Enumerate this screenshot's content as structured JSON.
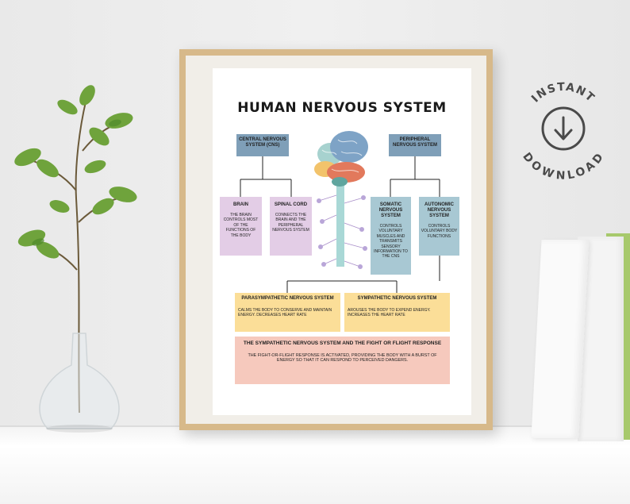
{
  "poster": {
    "title": "HUMAN NERVOUS SYSTEM",
    "cns": "CENTRAL NERVOUS SYSTEM (CNS)",
    "pns": "PERIPHERAL NERVOUS SYSTEM",
    "brain": {
      "heading": "BRAIN",
      "text": "THE BRAIN CONTROLS MOST OF THE FUNCTIONS OF THE BODY"
    },
    "spinal": {
      "heading": "SPINAL CORD",
      "text": "CONNECTS THE BRAIN AND THE PERIPHERAL NERVOUS SYSTEM"
    },
    "somatic": {
      "heading": "SOMATIC NERVOUS SYSTEM",
      "text": "CONTROLS VOLUNTARY MUSCLES AND TRANSMITS SENSORY INFORMATION TO THE CNS"
    },
    "autonomic": {
      "heading": "AUTONOMIC NERVOUS SYSTEM",
      "text": "CONTROLS VOLUNTARY BODY FUNCTIONS"
    },
    "parasympathetic": {
      "heading": "PARASYMPATHETIC NERVOUS SYSTEM",
      "text": "CALMS THE BODY TO CONSERVE AND MAINTAIN ENERGY. DECREASES HEART RATE"
    },
    "sympathetic": {
      "heading": "SYMPATHETIC NERVOUS SYSTEM",
      "text": "AROUSES THE BODY TO EXPEND ENERGY. INCREASES THE HEART RATE"
    },
    "fight": {
      "heading": "THE SYMPATHETIC NERVOUS SYSTEM AND THE FIGHT OR FLIGHT RESPONSE",
      "text": "THE FIGHT-OR-FLIGHT RESPONSE IS ACTIVATED, PROVIDING THE BODY WITH A BURST OF ENERGY SO THAT IT CAN RESPOND TO PERCEIVED DANGERS."
    }
  },
  "badge": {
    "line1": "INSTANT",
    "line2": "DOWNLOAD",
    "icon": "download-arrow-icon"
  },
  "colors": {
    "cns_pns": "#7f9fb8",
    "brain_spinal": "#e3cde6",
    "somatic_autonomic": "#a8c8d3",
    "para_symp": "#fbde98",
    "fight": "#f6c9bd",
    "frame": "#d7b98a"
  }
}
